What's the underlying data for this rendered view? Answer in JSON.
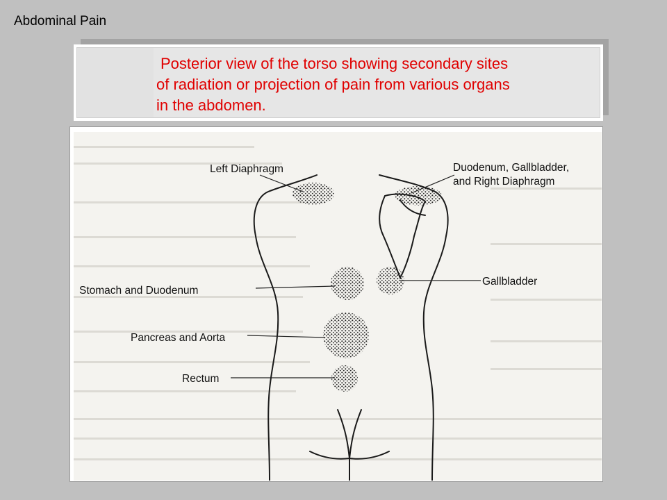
{
  "slide": {
    "title": "Abdominal Pain"
  },
  "caption": {
    "lines": [
      "Posterior view of the torso showing secondary sites",
      "of radiation or projection of pain from various organs",
      "in the abdomen."
    ],
    "color": "#e00000"
  },
  "figure": {
    "labels": {
      "left_diaphragm": "Left Diaphragm",
      "duodenum_gb_rd_line1": "Duodenum, Gallbladder,",
      "duodenum_gb_rd_line2": "and Right Diaphragm",
      "stomach_duodenum": "Stomach and Duodenum",
      "gallbladder": "Gallbladder",
      "pancreas_aorta": "Pancreas and Aorta",
      "rectum": "Rectum"
    }
  }
}
